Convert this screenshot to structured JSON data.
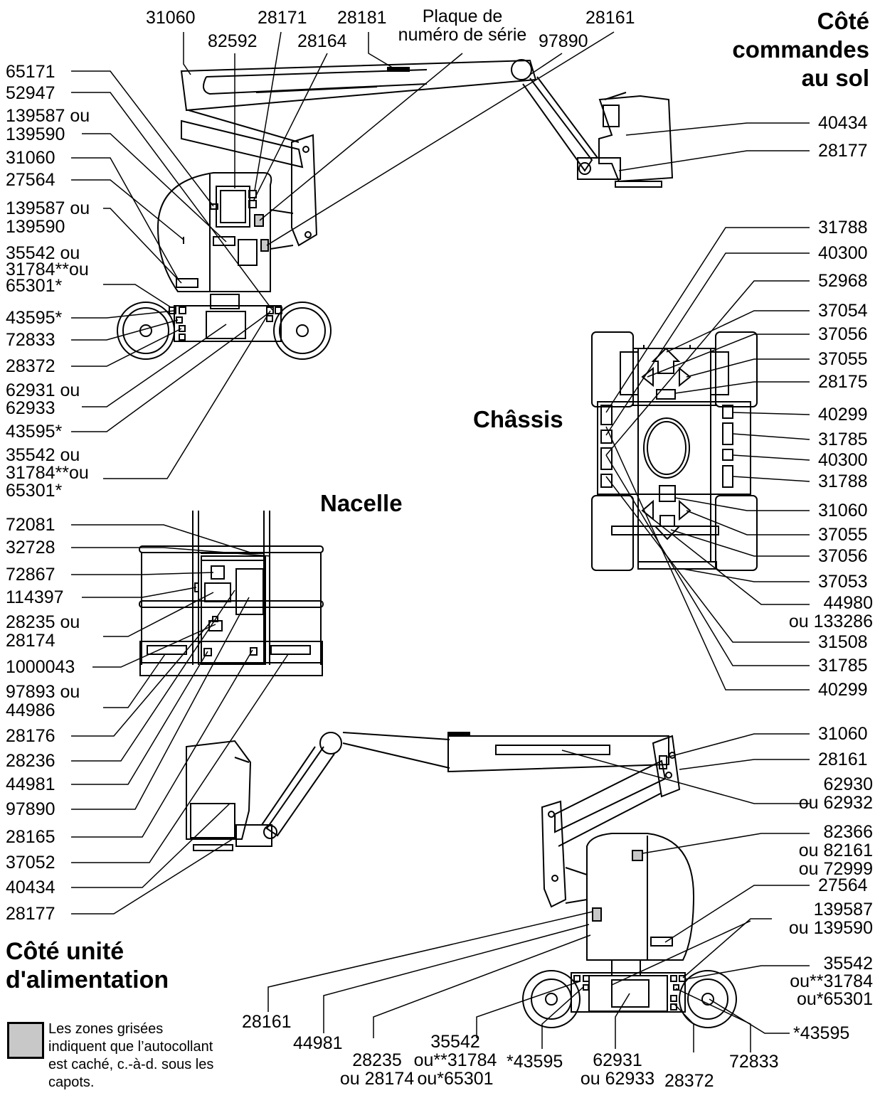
{
  "titles": {
    "ground_side": "Côté\ncommandes\nau sol",
    "chassis": "Châssis",
    "platform": "Nacelle",
    "power_side": "Côté unité\nd'alimentation"
  },
  "legend": {
    "text": "Les zones grisées indiquent que l’autocollant est caché, c.-à-d. sous les capots.",
    "swatch_color": "#c8c8c8"
  },
  "top_labels": [
    "31060",
    "82592",
    "28171",
    "28164",
    "28181",
    "Plaque de\nnuméro de série",
    "97890",
    "28161"
  ],
  "left_labels": [
    "65171",
    "52947",
    "139587 ou\n139590",
    "31060",
    "27564",
    "139587 ou\n139590",
    "35542 ou\n31784**ou\n65301*",
    "43595*",
    "72833",
    "28372",
    "62931 ou\n62933",
    "43595*",
    "35542 ou\n31784**ou\n65301*"
  ],
  "ground_right_labels": [
    "40434",
    "28177"
  ],
  "chassis_right_labels": [
    "31788",
    "40300",
    "52968",
    "37054",
    "37056",
    "37055",
    "28175",
    "40299",
    "31785",
    "40300",
    "31788",
    "31060",
    "37055",
    "37056",
    "37053",
    "44980\nou 133286",
    "31508",
    "31785",
    "40299"
  ],
  "platform_left_labels": [
    "72081",
    "32728",
    "72867",
    "114397",
    "28235 ou\n28174",
    "1000043",
    "97893 ou\n44986",
    "28176",
    "28236",
    "44981",
    "97890",
    "28165",
    "37052",
    "40434",
    "28177"
  ],
  "power_right_labels": [
    "31060",
    "28161",
    "62930\nou 62932",
    "82366\nou 82161\nou 72999",
    "27564",
    "139587\nou 139590",
    "35542\nou**31784\nou*65301",
    "*43595"
  ],
  "bottom_labels": [
    "28161",
    "44981",
    "28235\nou 28174",
    "35542\nou**31784\nou*65301",
    "*43595",
    "62931\nou 62933",
    "28372",
    "72833"
  ]
}
